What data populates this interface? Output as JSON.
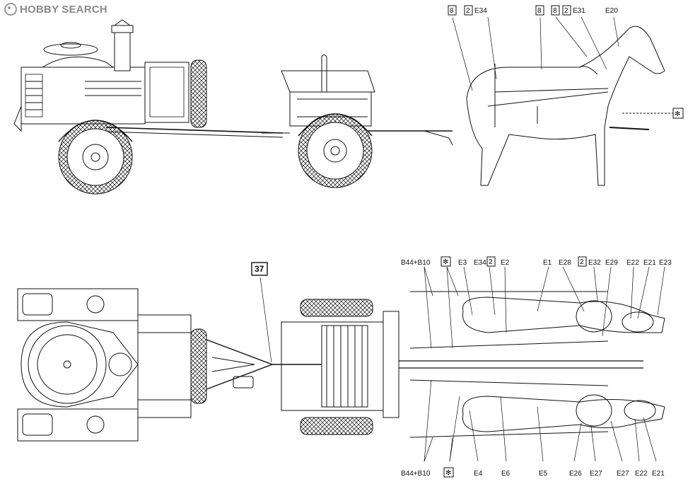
{
  "watermark": {
    "text": "HOBBY SEARCH"
  },
  "top_view_labels": {
    "box8_a": "8",
    "box2_a": "2",
    "e34": "E34",
    "box8_b": "8",
    "box8_c": "8",
    "box2_b": "2",
    "e31": "E31",
    "e20": "E20",
    "asterisk": "✻"
  },
  "plan_view_labels": {
    "step": "37",
    "b44_top": "B44+B10",
    "asterisk_top": "✻",
    "e3": "E3",
    "e34": "E34",
    "box2_c": "2",
    "e2": "E2",
    "e1": "E1",
    "e28": "E28",
    "box2_d": "2",
    "e32": "E32",
    "e29": "E29",
    "e22_top": "E22",
    "e21_top": "E21",
    "e23": "E23",
    "b44_bottom": "B44+B10",
    "asterisk_bottom": "✻",
    "e4": "E4",
    "e6": "E6",
    "e5": "E5",
    "e26": "E26",
    "e27_a": "E27",
    "e27_b": "E27",
    "e22_bottom": "E22",
    "e21_bottom": "E21"
  }
}
